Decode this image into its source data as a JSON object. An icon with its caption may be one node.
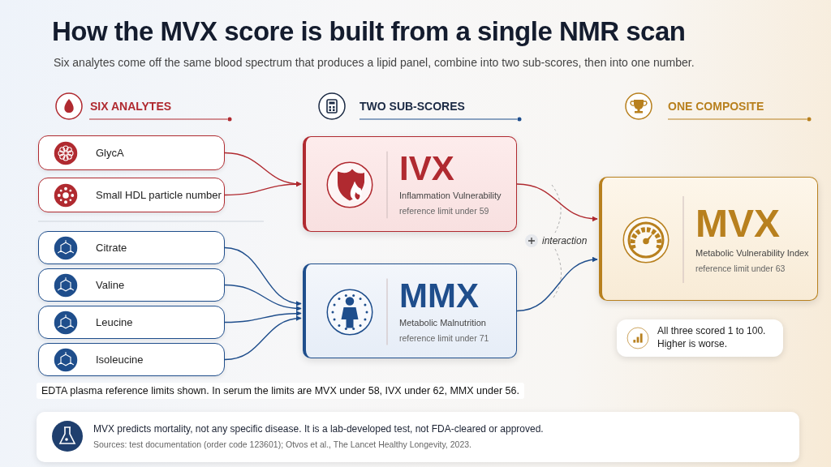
{
  "diagram": {
    "title": "How the MVX score is built from a single NMR scan",
    "nodes": [
      {
        "text": [
          "GlycA"
        ]
      },
      {
        "text": [
          "Small HDL particle number"
        ]
      },
      {
        "text": [
          "Citrate"
        ]
      },
      {
        "text": [
          "Valine"
        ]
      },
      {
        "text": [
          "Leucine"
        ]
      },
      {
        "text": [
          "Isoleucine"
        ]
      },
      {
        "text": [
          "IVX",
          "Inflammation Vulnerability",
          "reference limit under 59"
        ]
      },
      {
        "text": [
          "MMX",
          "Metabolic Malnutrition",
          "reference limit under 71"
        ]
      },
      {
        "text": [
          "MVX",
          "Metabolic Vulnerability Index",
          "reference limit under 63"
        ]
      },
      {
        "text": [
          "All three scored 1 to 100. Higher is worse."
        ]
      },
      {
        "text": [
          "MVX predicts mortality, not any specific disease. It is a lab-developed test, not FDA-cleared or approved.",
          "Sources: test documentation (order code 123601); Otvos et al., The Lancet Healthy Longevity, 2023."
        ]
      }
    ],
    "edges": [
      {
        "from": 0,
        "to": 6,
        "arrow": "to",
        "color": "#b02a30"
      },
      {
        "from": 1,
        "to": 6,
        "arrow": "to",
        "color": "#b02a30"
      },
      {
        "from": 2,
        "to": 7,
        "arrow": "to"
      },
      {
        "from": 3,
        "to": 7,
        "arrow": "to"
      },
      {
        "from": 4,
        "to": 7,
        "arrow": "to"
      },
      {
        "from": 5,
        "to": 7,
        "arrow": "to"
      },
      {
        "from": 6,
        "to": 8,
        "arrow": "to",
        "color": "#b02a30"
      },
      {
        "from": 7,
        "to": 8,
        "arrow": "to"
      }
    ],
    "labels": [
      "Six analytes come off the same blood spectrum that produces a lipid panel, combine into two sub-scores, then into one number.",
      "SIX ANALYTES",
      "TWO SUB-SCORES",
      "ONE COMPOSITE",
      "interaction",
      "EDTA plasma reference limits shown. In serum the limits are MVX under 58, IVX under 62, MMX under 56."
    ]
  }
}
